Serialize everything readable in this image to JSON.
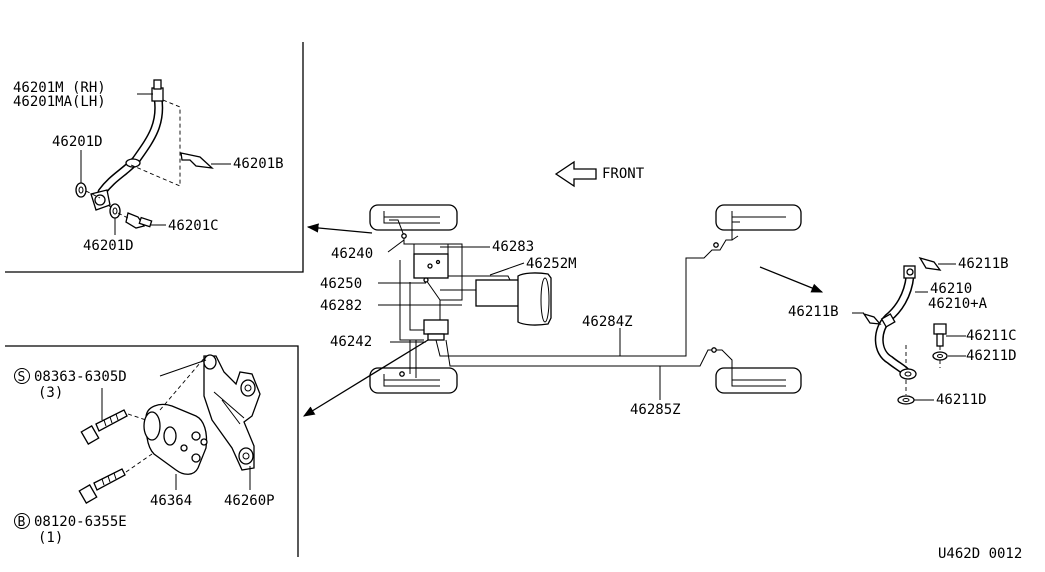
{
  "direction": {
    "front_label": "FRONT"
  },
  "callouts": {
    "p46201M": "46201M (RH)",
    "p46201MA": "46201MA(LH)",
    "p46201D_top": "46201D",
    "p46201B": "46201B",
    "p46201C": "46201C",
    "p46201D_bottom": "46201D",
    "p46240": "46240",
    "p46283": "46283",
    "p46252M": "46252M",
    "p46250": "46250",
    "p46282": "46282",
    "p46242": "46242",
    "p46284Z": "46284Z",
    "p46285Z": "46285Z",
    "p46211B_top": "46211B",
    "p46211B_left": "46211B",
    "p46210": "46210",
    "p46210A": "46210+A",
    "p46211C": "46211C",
    "p46211D_top": "46211D",
    "p46211D_bottom": "46211D",
    "s_code": "08363-6305D",
    "s_qty": "(3)",
    "s_letter": "S",
    "b_code": "08120-6355E",
    "b_qty": "(1)",
    "b_letter": "B",
    "p46364": "46364",
    "p46260P": "46260P"
  },
  "footer": {
    "drawing_code": "U462D 0012"
  }
}
